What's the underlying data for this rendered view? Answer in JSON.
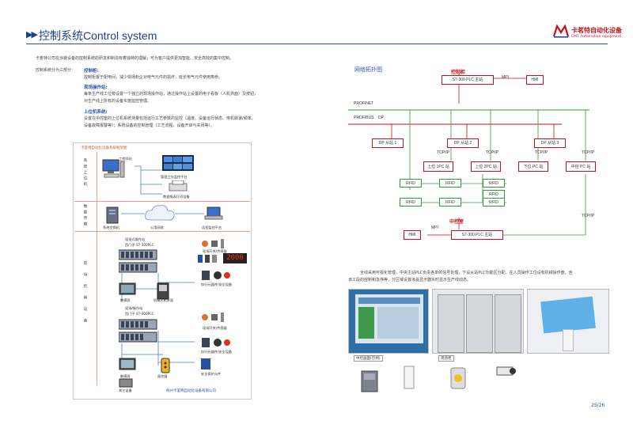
{
  "header": {
    "arrows": "▶▶",
    "title": "控制系统Control system",
    "logo_cn": "卡茗特自动化设备",
    "logo_en": "CMT Automation equipment"
  },
  "intro": {
    "line1": "卡茗特公司在涂装设备的控制系统的研发和制造有着独特的理解，可为客户提供更加智能、安全高效的集中控制。",
    "line2": "控制系统分为三部分：",
    "sections": [
      {
        "heading": "控制柜:",
        "lines": [
          "控制柜置于配电间，减少现场粉尘对电气元件的损坏，延长电气元件使用寿命。"
        ]
      },
      {
        "heading": "现场操作站:",
        "lines": [
          "每条生产线工位旁设置一个独立的现场操作站，通过操作站上设置的电子看板（人机界面）及按钮，",
          "对生产线上所有的设备实施监控管理。"
        ]
      },
      {
        "heading": "上位机系统:",
        "lines": [
          "设置在中控室的上位机系统测量包括运行工艺参数的监控（温度、设备运行状态、电机转速/频率、",
          "设备故障报警等）；系统设备的控制管理（工艺流程、设备开启与关闭等）。"
        ]
      }
    ]
  },
  "left_diagram": {
    "title": "卡茗特自动化设备系统框架图",
    "footer": "杭州卡茗特自动化设备有限公司",
    "bands": [
      "系统上位机",
      "数据传输",
      "现场控制设备"
    ],
    "labels": {
      "engineer": "工程师站",
      "monitor": "管理工作监控平台",
      "printer": "数据报表打印设备",
      "server": "系统交换机",
      "internet": "公用网络",
      "remote": "远程监控平台",
      "plc1a": "现场式操作站",
      "plc1b": "西门子 S7-300PLC",
      "plc2a": "现场/操作站",
      "plc2b": "西门子 S7-300PLC",
      "hmi": "触摸屏",
      "robot": "机械人机界面",
      "sensors1": "现场开关/传感器",
      "actuators1": "执行元器件/安全设备",
      "sensors2": "现场开关/传感器",
      "actuators2": "执行元器件/安全设备",
      "safety": "安全保护元件",
      "panel": "触摸屏",
      "remote_ctrl": "遥控器",
      "other": "其它设备",
      "display": "2000"
    }
  },
  "network": {
    "title": "网络拓扑图",
    "control_cabinet": "控制柜",
    "middle_cabinet": "中控室",
    "cpu_main": "S7-300 PLC 主站",
    "hmi": "HMI",
    "mpi": "MPI",
    "profinet": "PROFINET",
    "profibus": "PROFIBUS",
    "dp": "DP",
    "tcpip": "TCP/IP",
    "slaves": [
      "DP 从站 1",
      "DP 从站 2",
      "DP 从站 3"
    ],
    "pcs": [
      "上位 1PC 站",
      "上位 2PC 站",
      "下位 PC 站",
      "中控 PC 站"
    ],
    "rfid": "RFID"
  },
  "description": {
    "line1": "全线采用可视化管理，中央主站PLC负责各单的信号处理，下设从站PLC功能区分配，在人员操作工位设有机械操作盘，含",
    "line2": "该工段的控制和急停等，分区域设置液晶显示器实时显示生产线动态。"
  },
  "photos": {
    "cap1": "中控画面(示例)",
    "cap2": "现场柜"
  },
  "page": {
    "number": "25/26"
  },
  "colors": {
    "brand_blue": "#1d3f8f",
    "brand_red": "#c3121d",
    "profinet_green": "#2f9a3f",
    "accent_orange": "#f0a080"
  }
}
